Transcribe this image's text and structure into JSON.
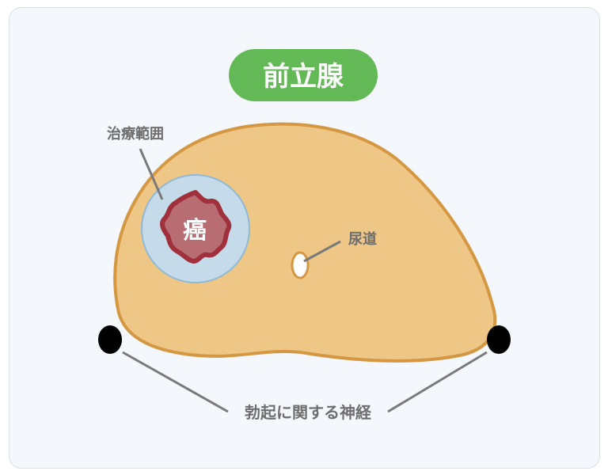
{
  "title": "前立腺",
  "labels": {
    "treatment_area": "治療範囲",
    "cancer": "癌",
    "urethra": "尿道",
    "nerves": "勃起に関する神経"
  },
  "colors": {
    "title_bg": "#63b955",
    "prostate_fill": "#eec787",
    "prostate_stroke": "#d49742",
    "treatment_fill": "#c5dbe9",
    "treatment_stroke": "#8fbad7",
    "cancer_fill": "#b86d73",
    "cancer_stroke": "#a0303b",
    "label_text": "#6e6e6e",
    "leader_line": "#7a7a7a",
    "nerve": "#000000"
  }
}
